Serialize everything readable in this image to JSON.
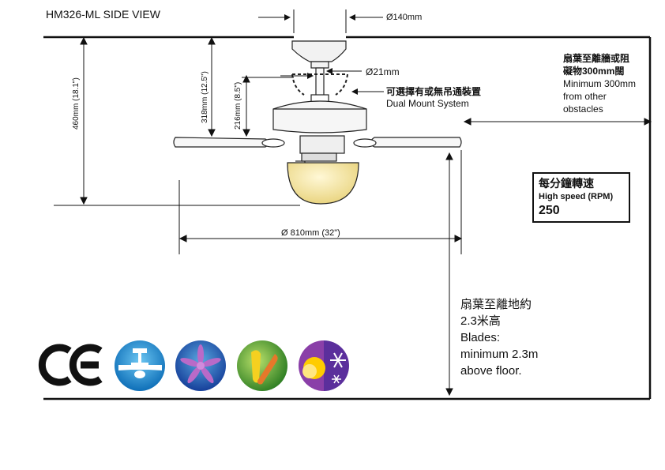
{
  "title": "HM326-ML  SIDE VIEW",
  "dimensions": {
    "canopy_diameter": "Ø140mm",
    "rod_diameter": "Ø21mm",
    "fan_diameter": "Ø 810mm  (32\")",
    "total_height": "460mm (18.1\")",
    "height_318": "318mm (12.5\")",
    "height_216": "216mm (8.5\")"
  },
  "mount": {
    "label_cn": "可選擇有或無吊通裝置",
    "label_en": "Dual Mount System"
  },
  "obstacles": {
    "line1_cn": "扇葉至離牆或阻",
    "line2_cn": "礙物300mm闊",
    "line3": "Minimum 300mm",
    "line4": "from other",
    "line5": "obstacles"
  },
  "speed": {
    "label_cn": "每分鐘轉速",
    "label_en": "High speed (RPM)",
    "value": "250"
  },
  "floor": {
    "line1_cn": "扇葉至離地約",
    "line2_cn": "2.3米高",
    "line3": "Blades:",
    "line4": "minimum 2.3m",
    "line5": "above floor."
  },
  "icons": {
    "ce": "CE",
    "items": [
      "ceiling-fan-icon",
      "blade-fan-icon",
      "two-blades-icon",
      "sun-snow-icon"
    ]
  },
  "colors": {
    "frame": "#111111",
    "globe": "#f5eab3",
    "blade": "#f7f7f7",
    "icon_blue": "#1b92d6",
    "icon_purple": "#6b4ca8",
    "icon_green": "#3d9c2c",
    "icon_orange": "#e6782a"
  }
}
